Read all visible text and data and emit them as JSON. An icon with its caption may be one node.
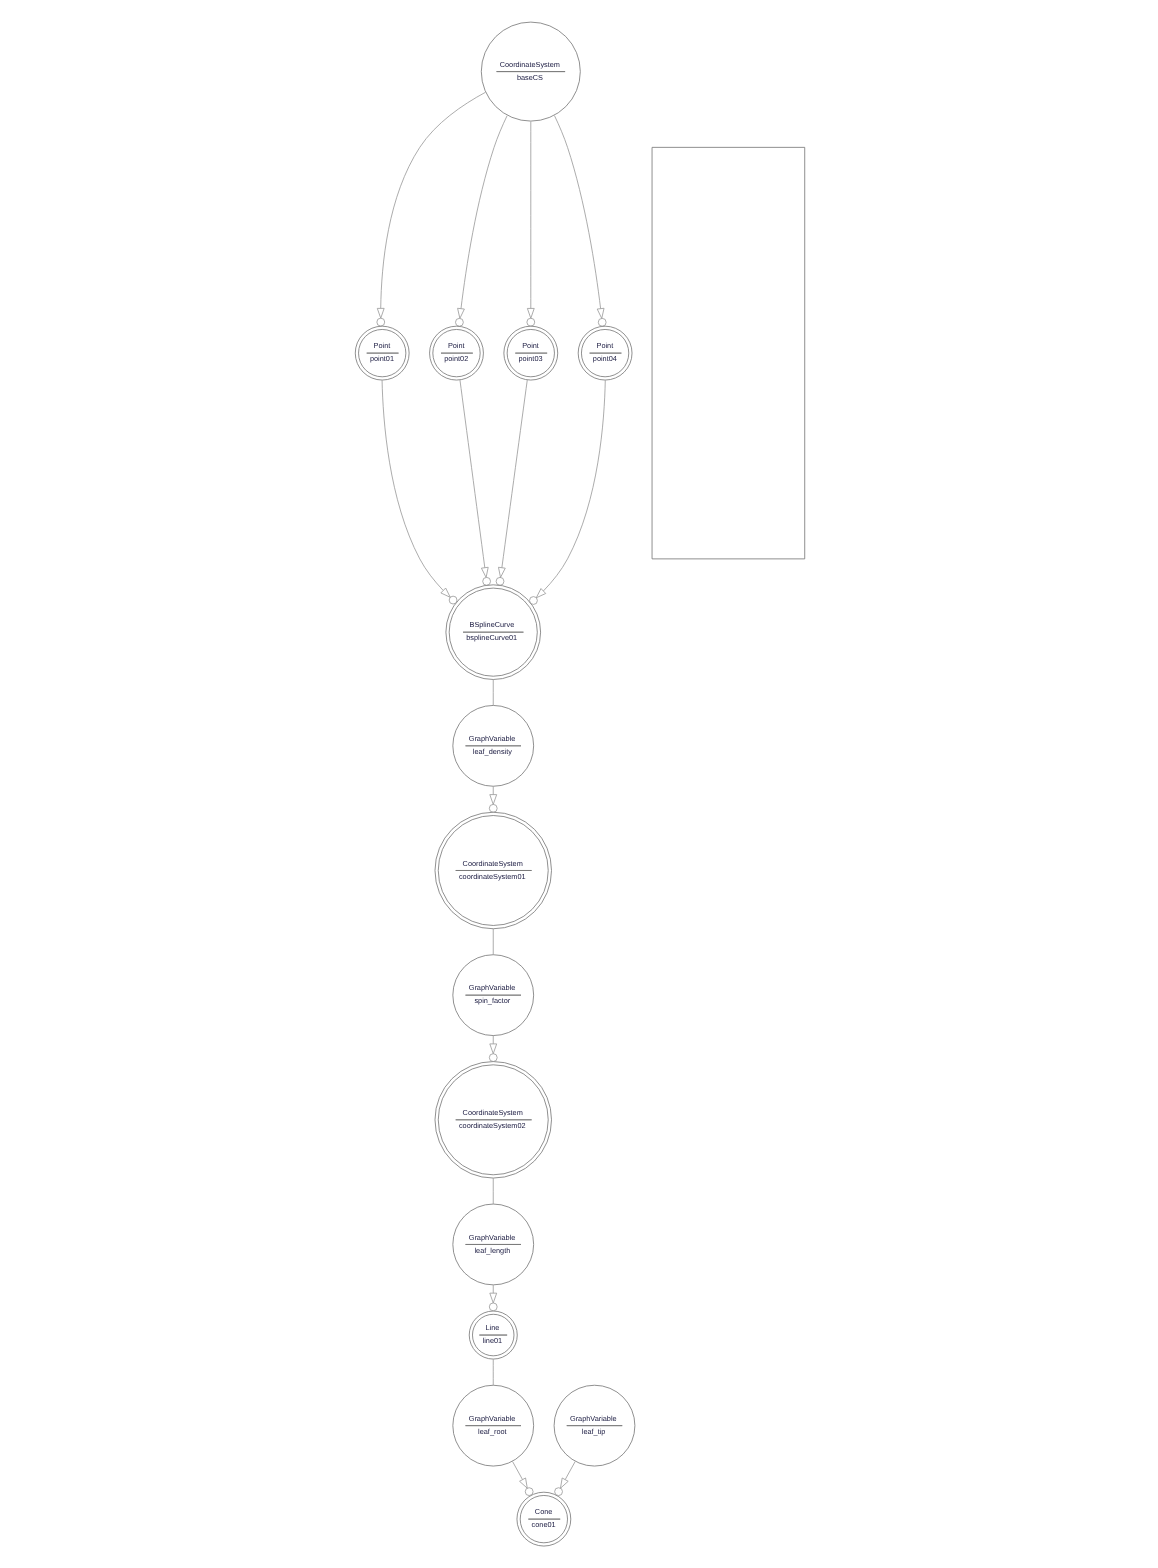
{
  "diagram": {
    "nodes": [
      {
        "text": [
          "CoordinateSystem",
          "baseCS"
        ]
      },
      {
        "text": [
          "Point",
          "point01"
        ]
      },
      {
        "text": [
          "Point",
          "point02"
        ]
      },
      {
        "text": [
          "Point",
          "point03"
        ]
      },
      {
        "text": [
          "Point",
          "point04"
        ]
      },
      {
        "text": [
          "BSplineCurve",
          "bsplineCurve01"
        ]
      },
      {
        "text": [
          "GraphVariable",
          "leaf_density"
        ]
      },
      {
        "text": [
          "CoordinateSystem",
          "coordinateSystem01"
        ]
      },
      {
        "text": [
          "GraphVariable",
          "spin_factor"
        ]
      },
      {
        "text": [
          "CoordinateSystem",
          "coordinateSystem02"
        ]
      },
      {
        "text": [
          "GraphVariable",
          "leaf_length"
        ]
      },
      {
        "text": [
          "Line",
          "line01"
        ]
      },
      {
        "text": [
          "GraphVariable",
          "leaf_root"
        ]
      },
      {
        "text": [
          "GraphVariable",
          "leaf_tip"
        ]
      },
      {
        "text": [
          "Cone",
          "cone01"
        ]
      },
      {
        "text": [],
        "shape": "box"
      }
    ],
    "edges": [
      {
        "from": 0,
        "to": 1,
        "arrow": "to"
      },
      {
        "from": 0,
        "to": 2,
        "arrow": "to"
      },
      {
        "from": 0,
        "to": 3,
        "arrow": "to"
      },
      {
        "from": 0,
        "to": 4,
        "arrow": "to"
      },
      {
        "from": 1,
        "to": 5,
        "arrow": "to"
      },
      {
        "from": 2,
        "to": 5,
        "arrow": "to"
      },
      {
        "from": 3,
        "to": 5,
        "arrow": "to"
      },
      {
        "from": 4,
        "to": 5,
        "arrow": "to"
      },
      {
        "from": 5,
        "to": 6,
        "arrow": "none"
      },
      {
        "from": 6,
        "to": 7,
        "arrow": "to"
      },
      {
        "from": 7,
        "to": 8,
        "arrow": "none"
      },
      {
        "from": 8,
        "to": 9,
        "arrow": "to"
      },
      {
        "from": 9,
        "to": 10,
        "arrow": "none"
      },
      {
        "from": 10,
        "to": 11,
        "arrow": "to"
      },
      {
        "from": 11,
        "to": 12,
        "arrow": "none"
      },
      {
        "from": 12,
        "to": 14,
        "arrow": "to"
      },
      {
        "from": 13,
        "to": 14,
        "arrow": "to"
      }
    ]
  }
}
